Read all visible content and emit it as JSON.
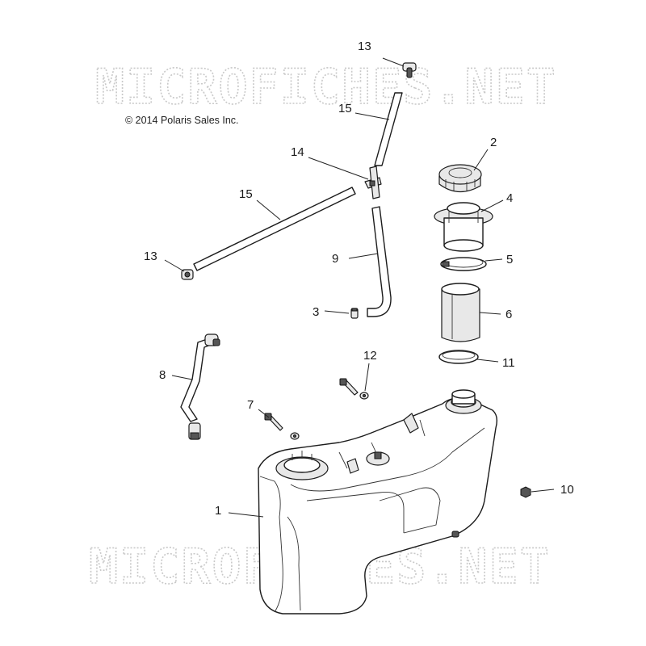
{
  "copyright": "© 2014 Polaris Sales Inc.",
  "watermark": "MICROFICHES.NET",
  "callouts": {
    "c13_top": "13",
    "c15_top": "15",
    "c14": "14",
    "c15_left": "15",
    "c13_left": "13",
    "c2": "2",
    "c4": "4",
    "c5": "5",
    "c9": "9",
    "c3": "3",
    "c6": "6",
    "c12": "12",
    "c11": "11",
    "c8": "8",
    "c7": "7",
    "c10": "10",
    "c1": "1"
  }
}
